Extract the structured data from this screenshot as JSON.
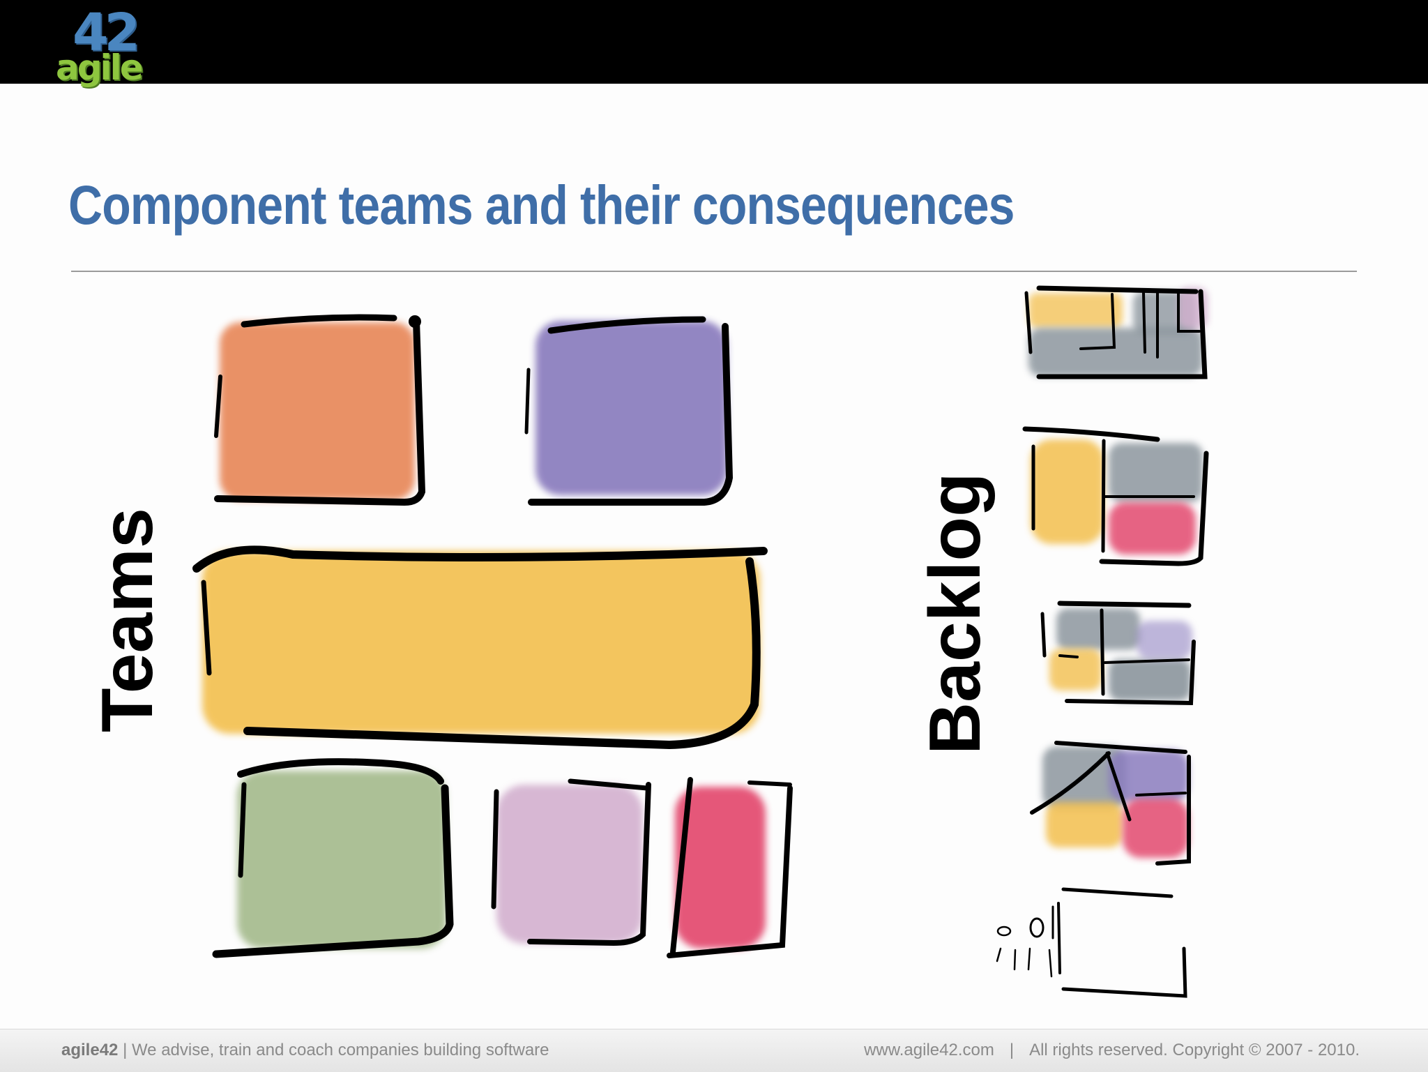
{
  "header": {
    "logo_number": "42",
    "logo_word": "agile"
  },
  "slide": {
    "title": "Component teams and their consequences"
  },
  "diagram": {
    "teams_label": "Teams",
    "backlog_label": "Backlog",
    "colors": {
      "orange": "#e8885a",
      "purple": "#8a7cbe",
      "yellow": "#f3bf4e",
      "green": "#a6bb8e",
      "pink": "#d3b0cf",
      "red": "#e3486e",
      "gray": "#7d8891"
    }
  },
  "footer": {
    "brand": "agile42",
    "tagline": "| We advise, train and coach companies building software",
    "url": "www.agile42.com",
    "separator": "|",
    "copyright": "All rights reserved. Copyright © 2007 - 2010."
  }
}
